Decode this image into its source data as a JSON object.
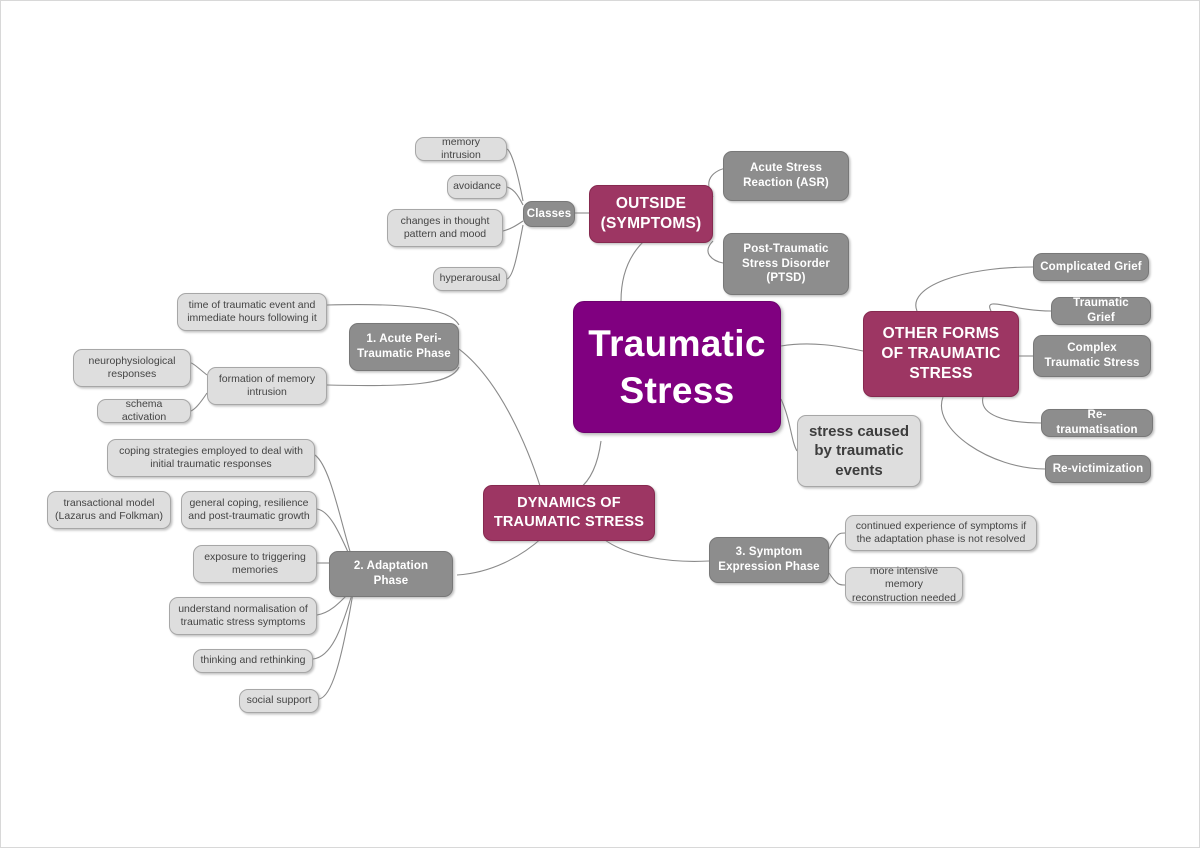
{
  "diagram": {
    "title": "Traumatic Stress",
    "type": "mind-map",
    "colors": {
      "root": "#800080",
      "level1": "#9d3663",
      "level2": "#8d8d8d",
      "level3": "#dedede",
      "connector": "#8a8a8a",
      "background": "#ffffff"
    }
  },
  "root": {
    "label": "Traumatic Stress"
  },
  "branches": {
    "outside_symptoms": {
      "label": "OUTSIDE (SYMPTOMS)",
      "children": {
        "asr": {
          "label": "Acute Stress Reaction (ASR)"
        },
        "ptsd": {
          "label": "Post-Traumatic Stress Disorder (PTSD)"
        },
        "classes": {
          "label": "Classes",
          "children": [
            {
              "label": "memory intrusion"
            },
            {
              "label": "avoidance"
            },
            {
              "label": "changes in thought pattern and mood"
            },
            {
              "label": "hyperarousal"
            }
          ]
        }
      }
    },
    "other_forms": {
      "label": "OTHER FORMS OF TRAUMATIC STRESS",
      "children": [
        {
          "label": "Complicated Grief"
        },
        {
          "label": "Traumatic Grief"
        },
        {
          "label": "Complex Traumatic Stress"
        },
        {
          "label": "Re-traumatisation"
        },
        {
          "label": "Re-victimization"
        }
      ]
    },
    "definition": {
      "label": "stress caused by traumatic events"
    },
    "dynamics": {
      "label": "DYNAMICS OF TRAUMATIC STRESS",
      "phases": {
        "phase1": {
          "label": "1. Acute Peri-Traumatic Phase",
          "children": {
            "time": {
              "label": "time of traumatic event and immediate hours following it"
            },
            "formation": {
              "label": "formation of memory intrusion",
              "children": [
                {
                  "label": "neurophysiological responses"
                },
                {
                  "label": "schema activation"
                }
              ]
            }
          }
        },
        "phase2": {
          "label": "2. Adaptation Phase",
          "children": {
            "coping_strategies": {
              "label": "coping strategies employed to deal with initial traumatic responses"
            },
            "general_coping": {
              "label": "general coping, resilience and post-traumatic growth",
              "children": [
                {
                  "label": "transactional model (Lazarus and Folkman)"
                }
              ]
            },
            "exposure": {
              "label": "exposure to triggering memories"
            },
            "normalisation": {
              "label": "understand normalisation of traumatic stress symptoms"
            },
            "thinking": {
              "label": "thinking and rethinking"
            },
            "social_support": {
              "label": "social support"
            }
          }
        },
        "phase3": {
          "label": "3. Symptom Expression Phase",
          "children": [
            {
              "label": "continued experience of symptoms if the adaptation phase is not resolved"
            },
            {
              "label": "more intensive memory reconstruction needed"
            }
          ]
        }
      }
    }
  }
}
